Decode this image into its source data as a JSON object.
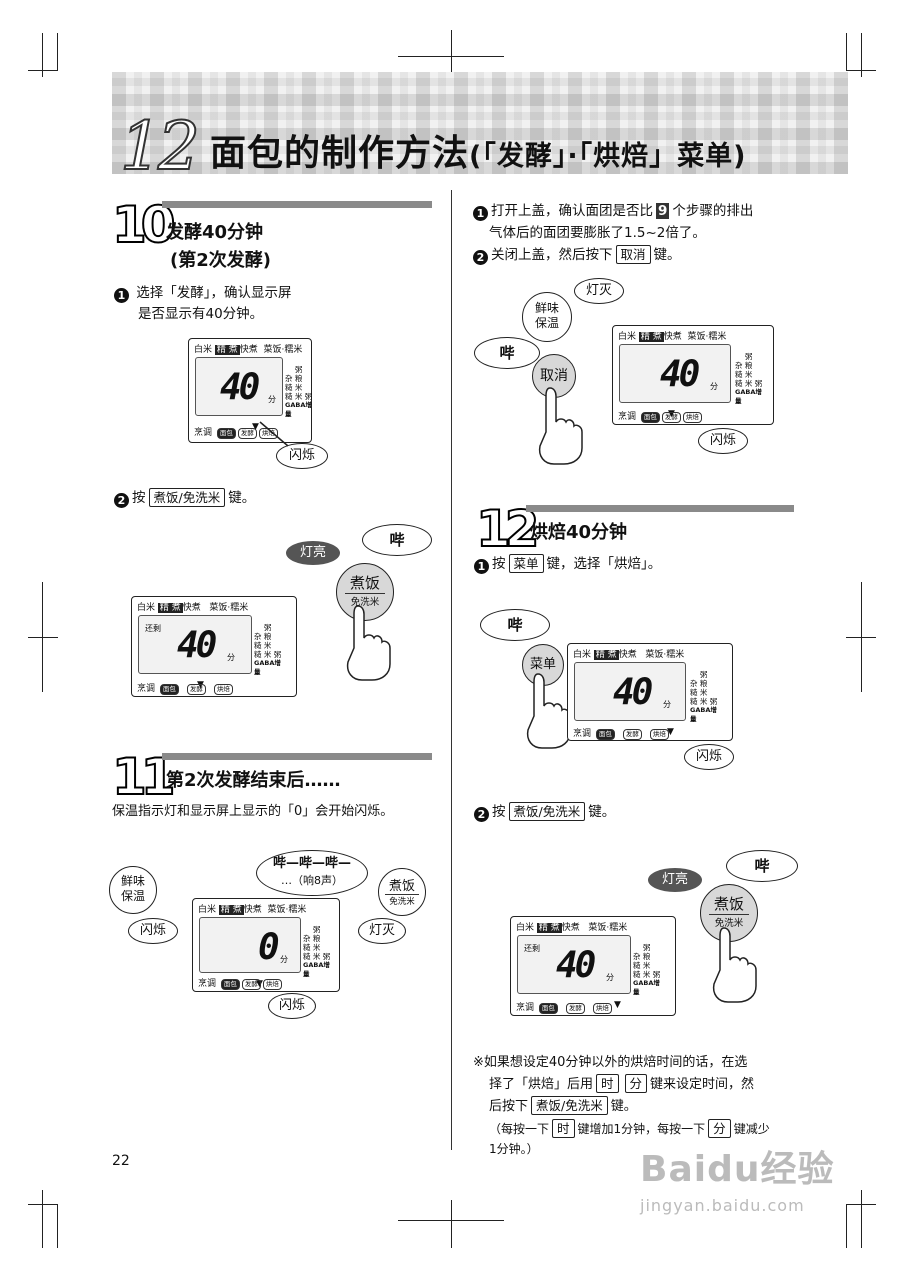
{
  "header": {
    "chapter_number": "12",
    "title_main": "面包的制作方法",
    "title_sub": "(「发酵」·「烘焙」菜单)"
  },
  "panel_labels": {
    "top_white_rice": "白米",
    "top_fine": "精 煮",
    "top_quick": "快煮",
    "top_veg": "菜饭·糯米",
    "side_porridge": "粥",
    "side_multigrain": "杂 粮",
    "side_brown": "糙 米",
    "side_brown_porridge": "糙 米 粥",
    "side_gaba": "GABA增量",
    "bottom_cook": "烹调",
    "bottom_bread": "面包",
    "bottom_ferment": "发酵",
    "bottom_bake": "烘焙",
    "unit": "分",
    "remain": "还剩"
  },
  "step10": {
    "number": "10",
    "title_line1": "发酵40分钟",
    "title_line2": "(第2次发酵)",
    "item1_mark": "1",
    "item1_line1": "选择「发酵」，确认显示屏",
    "item1_line2": "是否显示有40分钟。",
    "display1_value": "40",
    "flash_label": "闪烁",
    "item2_mark": "2",
    "item2_pre": "按",
    "item2_key": "煮饭/免洗米",
    "item2_post": "键。",
    "light_on": "灯亮",
    "beep": "哔",
    "cook_btn_line1": "煮饭",
    "cook_btn_line2": "免洗米",
    "display2_value": "40"
  },
  "step11": {
    "number": "11",
    "title": "第2次发酵结束后……",
    "desc": "保温指示灯和显示屏上显示的「0」会开始闪烁。",
    "keep_warm_line1": "鲜味",
    "keep_warm_line2": "保温",
    "flash_label": "闪烁",
    "beep_line1": "哔—哔—哔—",
    "beep_line2": "…（响8声）",
    "cook_btn_line1": "煮饭",
    "cook_btn_line2": "免洗米",
    "light_off": "灯灭",
    "display_value": "0",
    "flash_label2": "闪烁"
  },
  "step_right_top": {
    "item1_mark": "1",
    "item1_line1_pre": "打开上盖，确认面团是否比",
    "item1_line1_num": "9",
    "item1_line1_post": "个步骤的排出",
    "item1_line2": "气体后的面团要膨胀了1.5~2倍了。",
    "item2_mark": "2",
    "item2_pre": "关闭上盖，然后按下",
    "item2_key": "取消",
    "item2_post": "键。",
    "light_off": "灯灭",
    "keep_warm_line1": "鲜味",
    "keep_warm_line2": "保温",
    "beep": "哔",
    "cancel_btn": "取消",
    "display_value": "40",
    "flash_label": "闪烁"
  },
  "step12": {
    "number": "12",
    "title": "烘焙40分钟",
    "item1_mark": "1",
    "item1_pre": "按",
    "item1_key": "菜单",
    "item1_post": "键，选择「烘焙」。",
    "beep": "哔",
    "menu_btn": "菜单",
    "display1_value": "40",
    "flash_label": "闪烁",
    "item2_mark": "2",
    "item2_pre": "按",
    "item2_key": "煮饭/免洗米",
    "item2_post": "键。",
    "light_on": "灯亮",
    "beep2": "哔",
    "cook_btn_line1": "煮饭",
    "cook_btn_line2": "免洗米",
    "display2_value": "40"
  },
  "note": {
    "line1": "※如果想设定40分钟以外的烘焙时间的话，在选",
    "line2_pre": "择了「烘焙」后用",
    "key_hour": "时",
    "key_min": "分",
    "line2_post": "键来设定时间，然",
    "line3_pre": "后按下",
    "line3_key": "煮饭/免洗米",
    "line3_post": "键。",
    "line4_pre": "（每按一下",
    "line4_key1": "时",
    "line4_mid": "键增加1分钟，每按一下",
    "line4_key2": "分",
    "line4_post": "键减少",
    "line5": "1分钟。）"
  },
  "page_number": "22",
  "watermark": {
    "brand": "Baidu经验",
    "url": "jingyan.baidu.com"
  }
}
